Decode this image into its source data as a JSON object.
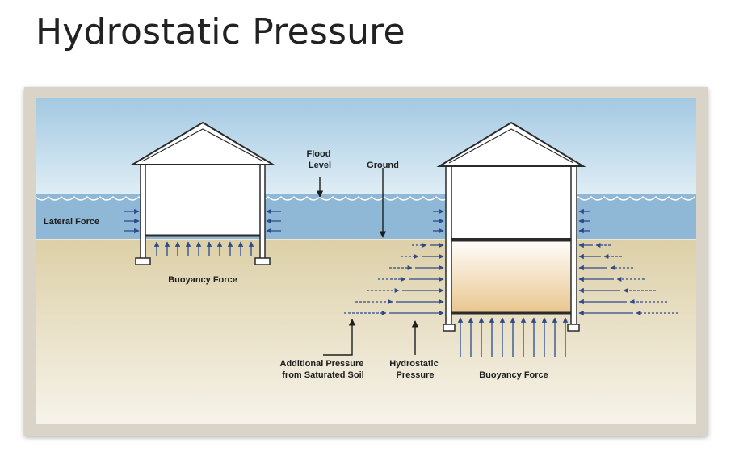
{
  "title": "Hydrostatic Pressure",
  "labels": {
    "flood_level": [
      "Flood",
      "Level"
    ],
    "ground": "Ground",
    "lateral_force": "Lateral Force",
    "buoyancy_left": "Buoyancy Force",
    "additional_pressure": [
      "Additional Pressure",
      "from Saturated Soil"
    ],
    "hydrostatic_pressure": [
      "Hydrostatic",
      "Pressure"
    ],
    "buoyancy_right": "Buoyancy Force"
  },
  "colors": {
    "sky": "#a9cde3",
    "water": "#8fb7d6",
    "soil": "#e6dcc0",
    "arrow": "#2d4a8a",
    "structure": "#2a2a2a"
  }
}
